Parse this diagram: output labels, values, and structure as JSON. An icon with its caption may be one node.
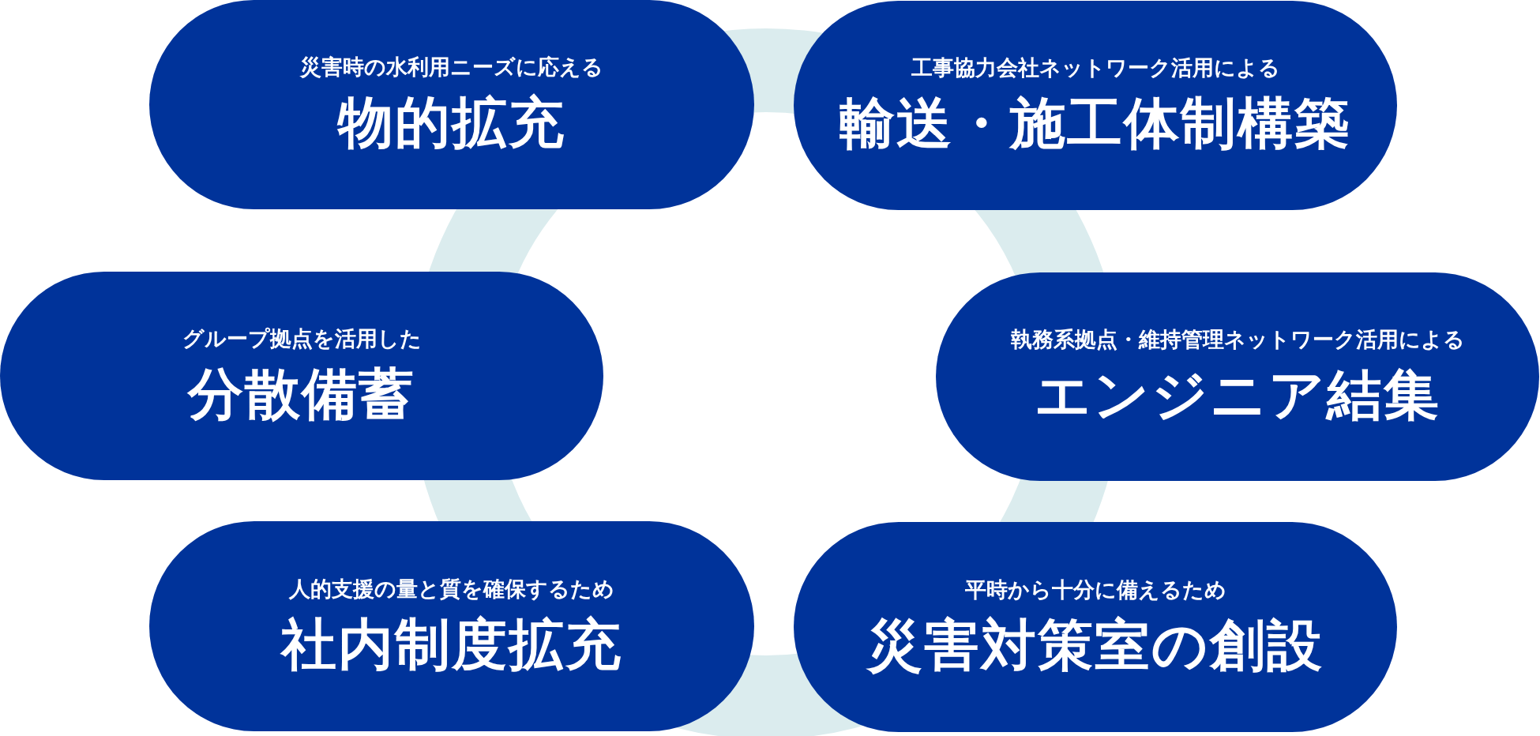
{
  "diagram": {
    "nodes": [
      {
        "text": [
          "災害時の水利用ニーズに応える",
          "物的拡充"
        ]
      },
      {
        "text": [
          "工事協力会社ネットワーク活用による",
          "輸送・施工体制構築"
        ]
      },
      {
        "text": [
          "グループ拠点を活用した",
          "分散備蓄"
        ]
      },
      {
        "text": [
          "執務系拠点・維持管理ネットワーク活用による",
          "エンジニア結集"
        ]
      },
      {
        "text": [
          "人的支援の量と質を確保するため",
          "社内制度拡充"
        ]
      },
      {
        "text": [
          "平時から十分に備えるため",
          "災害対策室の創設"
        ]
      }
    ]
  }
}
